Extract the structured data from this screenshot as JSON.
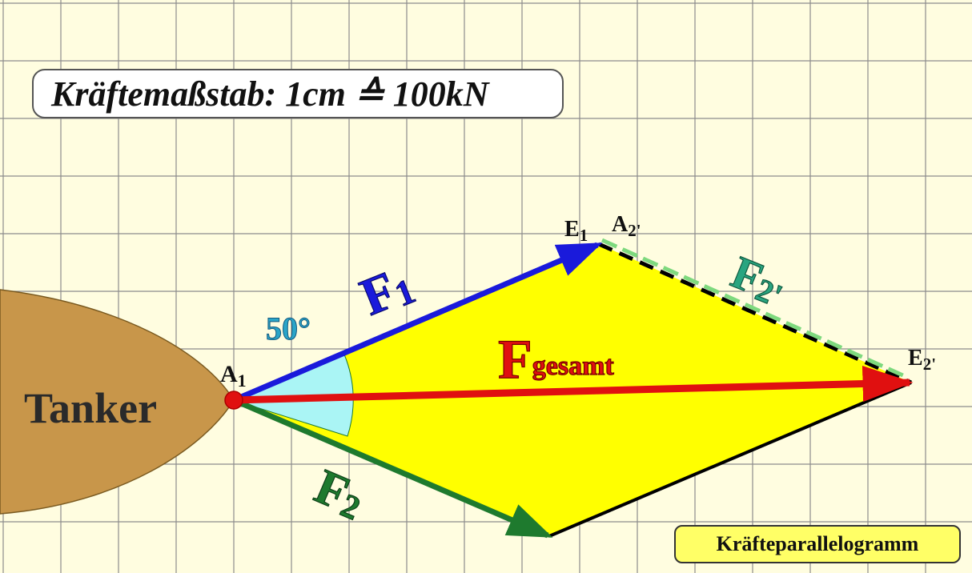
{
  "scale_label": "Kräftemaßstab: 1cm ≙ 100kN",
  "title_label": "Kräfteparallelogramm",
  "ship_label": "Tanker",
  "angle_label": "50°",
  "points": {
    "a1": {
      "base": "A",
      "sub": "1"
    },
    "e1": {
      "base": "E",
      "sub": "1"
    },
    "a2p": {
      "base": "A",
      "sub": "2'"
    },
    "e2p": {
      "base": "E",
      "sub": "2'"
    }
  },
  "forces": {
    "f1": {
      "base": "F",
      "sub": "1",
      "color": "#1a1adb"
    },
    "f2": {
      "base": "F",
      "sub": "2",
      "color": "#1e7a2e"
    },
    "f2p": {
      "base": "F",
      "sub": "2'",
      "color": "#2aa580"
    },
    "fges": {
      "base": "F",
      "sub": "gesamt",
      "color": "#e01010"
    }
  },
  "colors": {
    "grid_background": "#fffde0",
    "grid_lines": "#8c8c8c",
    "tanker": "#c8964a",
    "parallelogram": "#ffff00",
    "angle_sector": "#aaf5f5",
    "f2_prime_dash": "#7ed97e"
  }
}
